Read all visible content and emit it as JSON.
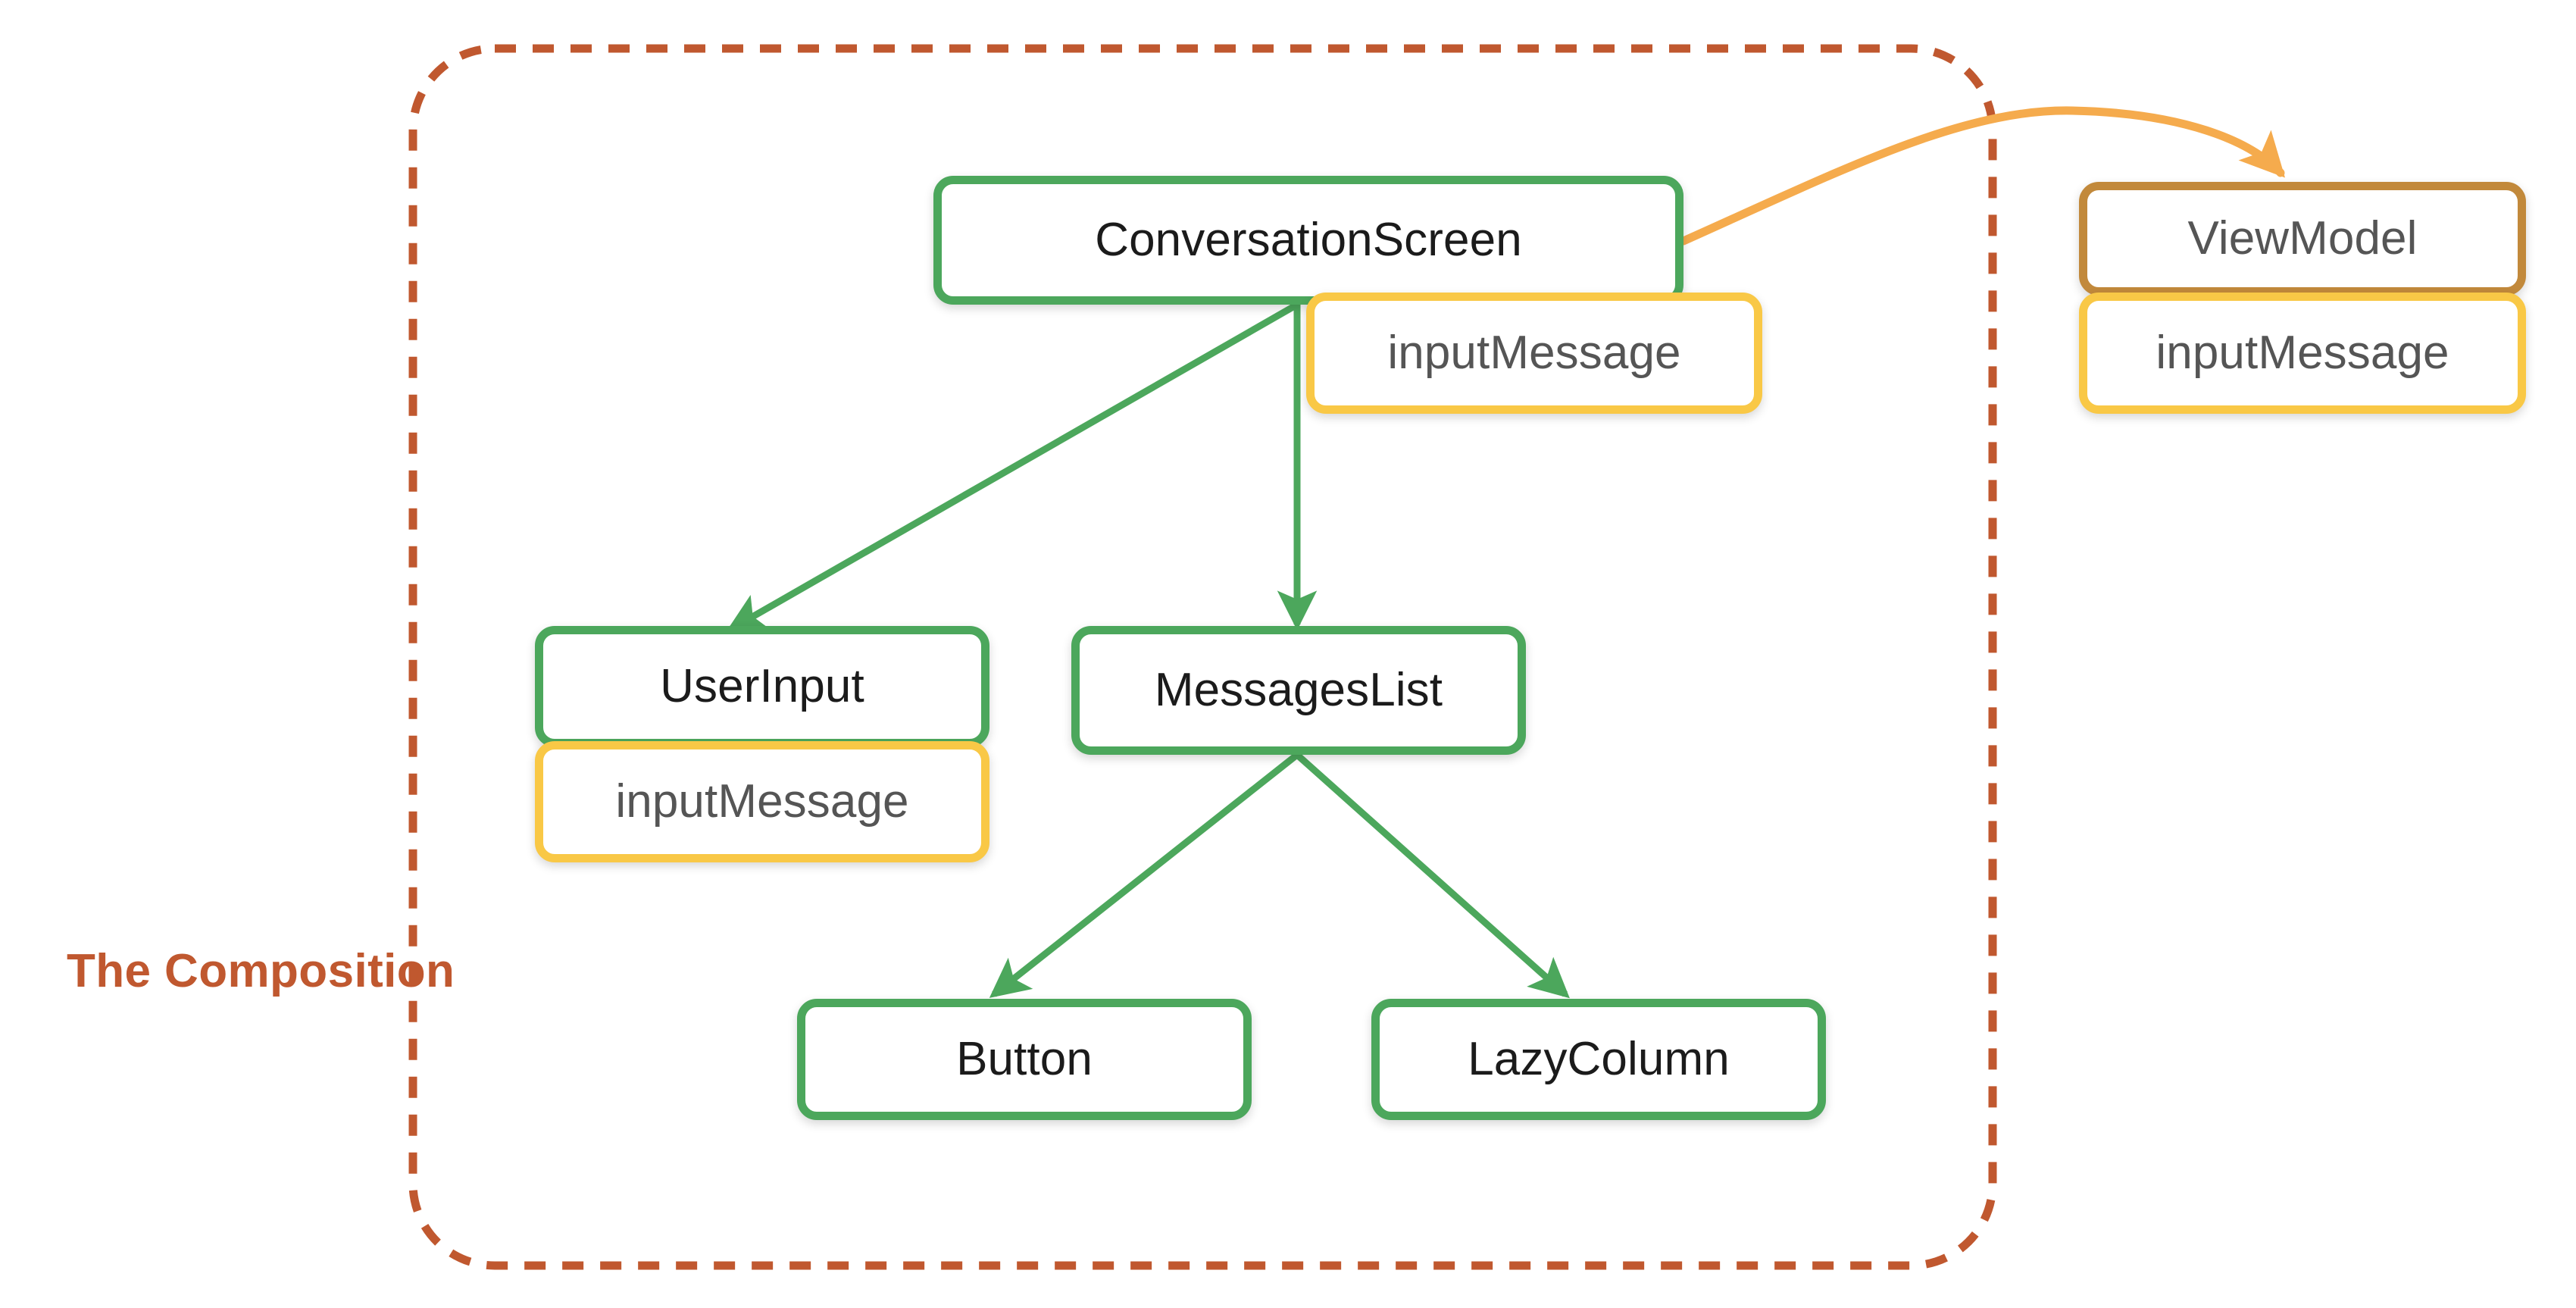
{
  "diagram": {
    "title": "The Composition",
    "container": {
      "label": "The Composition",
      "style": "dashed-rounded-rect",
      "color": "#C0582F"
    },
    "colors": {
      "composable_border": "#4CA75C",
      "state_border": "#F9C846",
      "viewmodel_border": "#C2893B",
      "container_dashed": "#C0582F",
      "state_arrow": "#F5AB4D",
      "tree_arrow": "#4CA75C",
      "node_fill": "#FFFFFF",
      "node_text_dark": "#1B1B1B",
      "node_text_gray": "#555555"
    },
    "nodes": [
      {
        "id": "conversation-screen",
        "label": "ConversationScreen",
        "kind": "composable",
        "inside_composition": true
      },
      {
        "id": "conversation-screen-state",
        "label": "inputMessage",
        "kind": "state",
        "inside_composition": true
      },
      {
        "id": "view-model",
        "label": "ViewModel",
        "kind": "viewmodel",
        "inside_composition": false
      },
      {
        "id": "view-model-state",
        "label": "inputMessage",
        "kind": "state",
        "inside_composition": false
      },
      {
        "id": "user-input",
        "label": "UserInput",
        "kind": "composable",
        "inside_composition": true
      },
      {
        "id": "user-input-state",
        "label": "inputMessage",
        "kind": "state",
        "inside_composition": true
      },
      {
        "id": "messages-list",
        "label": "MessagesList",
        "kind": "composable",
        "inside_composition": true
      },
      {
        "id": "button",
        "label": "Button",
        "kind": "composable",
        "inside_composition": true
      },
      {
        "id": "lazy-column",
        "label": "LazyColumn",
        "kind": "composable",
        "inside_composition": true
      }
    ],
    "edges": [
      {
        "from": "conversation-screen",
        "to": "user-input",
        "color": "#4CA75C",
        "style": "solid"
      },
      {
        "from": "conversation-screen",
        "to": "messages-list",
        "color": "#4CA75C",
        "style": "solid"
      },
      {
        "from": "messages-list",
        "to": "button",
        "color": "#4CA75C",
        "style": "solid"
      },
      {
        "from": "messages-list",
        "to": "lazy-column",
        "color": "#4CA75C",
        "style": "solid"
      },
      {
        "from": "conversation-screen",
        "to": "view-model",
        "color": "#F5AB4D",
        "style": "curved"
      }
    ]
  }
}
